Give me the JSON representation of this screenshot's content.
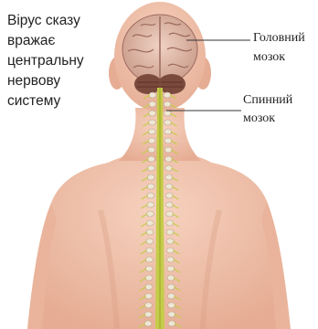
{
  "caption": [
    "Вірус сказу",
    "вражає",
    "центральну",
    "нервову",
    "систему"
  ],
  "labels": {
    "brain": [
      "Головний",
      "мозок"
    ],
    "spinal_cord": [
      "Спинний",
      "мозок"
    ]
  },
  "colors": {
    "skin": "#f2c3ab",
    "skin_shadow": "#d99d85",
    "brain": "#e6bfae",
    "brain_shadow": "#9c6a5e",
    "cerebellum": "#7a4a3c",
    "spinal_cord": "#c5cc4a",
    "vertebra": "#efe7d6",
    "label_line": "#333333"
  }
}
